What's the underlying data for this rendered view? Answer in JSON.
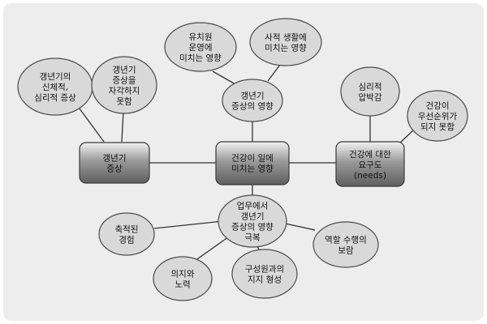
{
  "diagram": {
    "center": [
      "건강이 일에",
      "미치는 영향"
    ],
    "left_hub": [
      "갱년기",
      "증상"
    ],
    "right_hub": [
      "건강에 대한",
      "요구도",
      "(needs)"
    ],
    "top_hub": [
      "갱년기",
      "증상의 영향"
    ],
    "bottom_hub": [
      "업무에서",
      "갱년기",
      "증상의 영향",
      "극복"
    ],
    "left_leaves": [
      [
        "갱년기의",
        "신체적,",
        "심리적 증상"
      ],
      [
        "갱년기",
        "증상을",
        "자각하지",
        "못함"
      ]
    ],
    "top_leaves": [
      [
        "유치원",
        "운영에",
        "미치는 영향"
      ],
      [
        "사적 생활에",
        "미치는 영향"
      ]
    ],
    "right_leaves": [
      [
        "심리적",
        "압박감"
      ],
      [
        "건강이",
        "우선순위가",
        "되지 못함"
      ]
    ],
    "bottom_leaves": [
      [
        "축적된",
        "경험"
      ],
      [
        "의지와",
        "노력"
      ],
      [
        "구성원과의",
        "지지 형성"
      ],
      [
        "역할 수행의",
        "보람"
      ]
    ]
  }
}
